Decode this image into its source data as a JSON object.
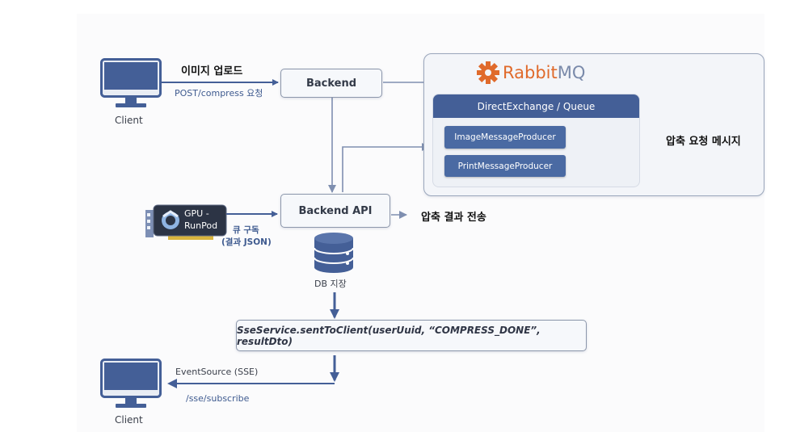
{
  "diagram": {
    "client_top": {
      "label": "Client"
    },
    "client_bottom": {
      "label": "Client"
    },
    "upload_title": "이미지 업로드",
    "upload_request": "POST/compress 요청",
    "backend": {
      "label": "Backend"
    },
    "rabbitmq": {
      "logo_text_primary": "Rabbit",
      "logo_text_secondary": "MQ",
      "exchange_header": "DirectExchange / Queue",
      "producers": [
        {
          "label": "ImageMessageProducer"
        },
        {
          "label": "PrintMessageProducer"
        }
      ],
      "output_label": "압축 요청 메시지"
    },
    "gpu": {
      "label_line1": "GPU -",
      "label_line2": "RunPod"
    },
    "queue_sub": {
      "line1": "큐 구독",
      "line2": "(결과 JSON)"
    },
    "backend_api": {
      "label": "Backend API",
      "output_label": "압축 결과 전송"
    },
    "db": {
      "label": "DB 지장"
    },
    "sse_service": {
      "label": "SseService.sentToClient(userUuid, “COMPRESS_DONE”, resultDto)"
    },
    "event_source": {
      "label": "EventSource (SSE)",
      "path": "/sse/subscribe"
    },
    "colors": {
      "primary_blue": "#445f97",
      "line_blue": "#7f8fb0",
      "rabbit_orange": "#e06a2b",
      "box_border": "#8c97ab"
    }
  }
}
